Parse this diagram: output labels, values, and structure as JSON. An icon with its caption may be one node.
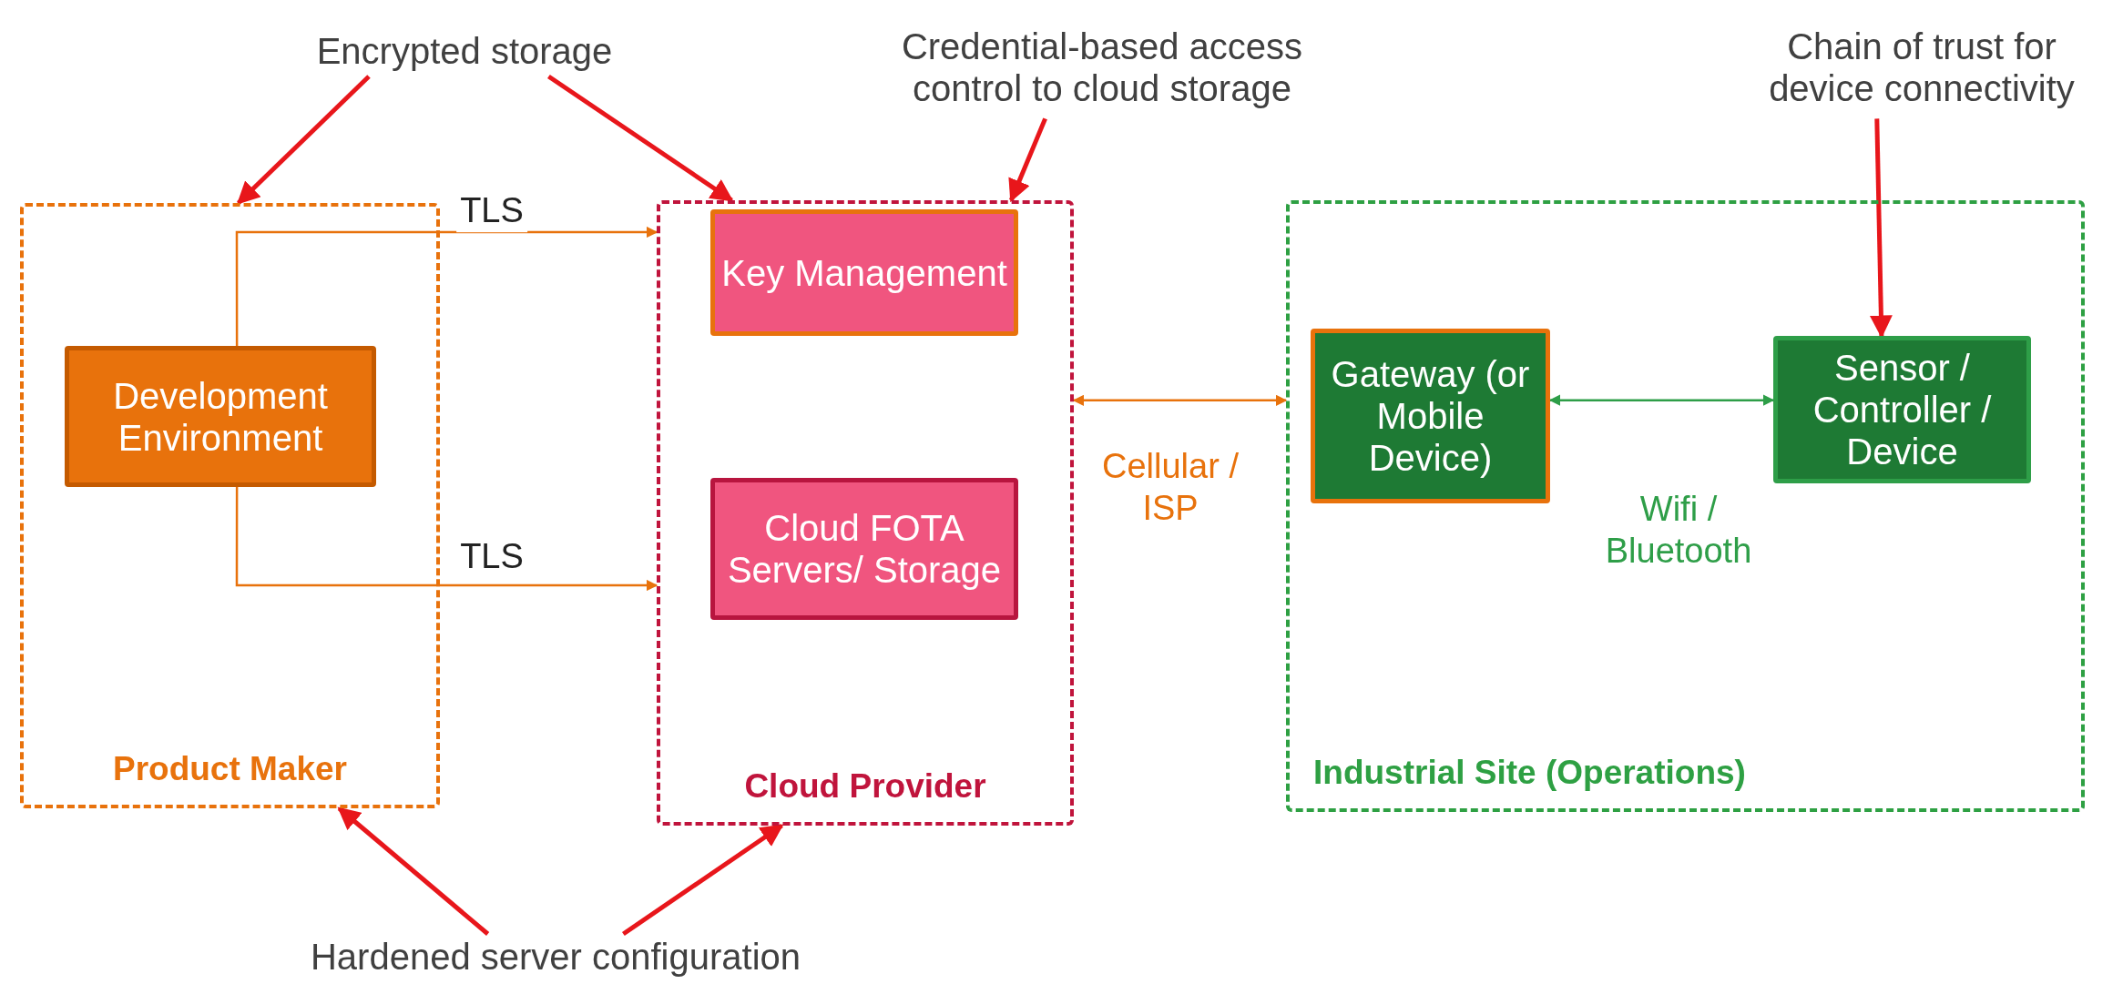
{
  "diagram": {
    "nodes": [
      {
        "text": [
          "Product Maker"
        ]
      },
      {
        "text": [
          "Development Environment"
        ],
        "in": 0
      },
      {
        "text": [
          "Cloud Provider"
        ]
      },
      {
        "text": [
          "Key Management"
        ],
        "in": 2
      },
      {
        "text": [
          "Cloud FOTA Servers/ Storage"
        ],
        "in": 2
      },
      {
        "text": [
          "Industrial Site (Operations)"
        ]
      },
      {
        "text": [
          "Gateway (or Mobile Device)"
        ],
        "in": 5
      },
      {
        "text": [
          "Sensor / Controller / Device"
        ],
        "in": 5
      },
      {
        "text": [
          "Encrypted storage"
        ]
      },
      {
        "text": [
          "Credential-based access control to cloud storage"
        ]
      },
      {
        "text": [
          "Chain of trust for device connectivity"
        ]
      },
      {
        "text": [
          "Hardened server configuration"
        ]
      }
    ],
    "edges": [
      {
        "from": 1,
        "to": 2,
        "arrow": "to",
        "label": "TLS",
        "color": "#e8720c"
      },
      {
        "from": 1,
        "to": 2,
        "arrow": "to",
        "label": "TLS",
        "color": "#e8720c"
      },
      {
        "from": 2,
        "to": 5,
        "arrow": "both",
        "label": "Cellular / ISP",
        "color": "#e8720c"
      },
      {
        "from": 6,
        "to": 7,
        "arrow": "both",
        "label": "Wifi / Bluetooth",
        "color": "#2e9e48"
      },
      {
        "from": 8,
        "to": 0,
        "arrow": "to",
        "color": "#e8161b"
      },
      {
        "from": 8,
        "to": 2,
        "arrow": "to",
        "color": "#e8161b"
      },
      {
        "from": 9,
        "to": 2,
        "arrow": "to",
        "color": "#e8161b"
      },
      {
        "from": 10,
        "to": 7,
        "arrow": "to",
        "color": "#e8161b"
      },
      {
        "from": 11,
        "to": 0,
        "arrow": "to",
        "color": "#e8161b"
      },
      {
        "from": 11,
        "to": 2,
        "arrow": "to",
        "color": "#e8161b"
      }
    ]
  }
}
